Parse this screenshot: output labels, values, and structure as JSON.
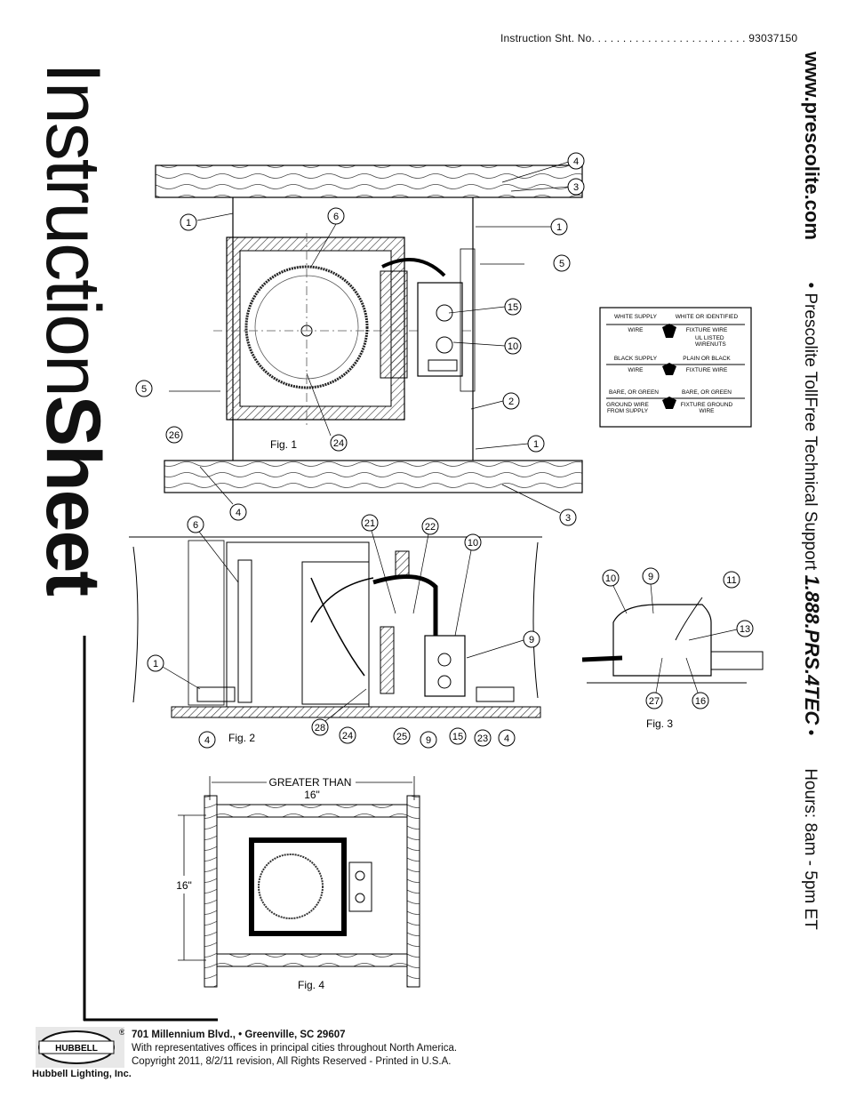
{
  "header": {
    "sheet_number_text": "Instruction Sht. No. . . . . . . . . . . . . . . . . . . . . . . . . 93037150"
  },
  "title": {
    "part1": "Instruction",
    "part2": "Sheet"
  },
  "side_strip": {
    "website": "www.prescolite.com",
    "bullet": "•",
    "support_text": "Prescolite TollFree Technical Support",
    "phone": "1.888.PRS.4TEC",
    "hours": "Hours: 8am - 5pm ET"
  },
  "figures": {
    "fig1": {
      "label": "Fig. 1",
      "callouts": [
        "1",
        "1",
        "1",
        "2",
        "3",
        "4",
        "5",
        "5",
        "6",
        "10",
        "15",
        "24",
        "26",
        "4",
        "3"
      ]
    },
    "fig2": {
      "label": "Fig. 2",
      "callouts": [
        "6",
        "21",
        "22",
        "10",
        "9",
        "1",
        "4",
        "28",
        "24",
        "25",
        "9",
        "15",
        "23",
        "4"
      ]
    },
    "fig3": {
      "label": "Fig. 3",
      "callouts": [
        "10",
        "9",
        "11",
        "13",
        "27",
        "16"
      ]
    },
    "fig4": {
      "label": "Fig. 4",
      "dim_width": "GREATER THAN",
      "dim_width2": "16\"",
      "dim_height": "16\""
    }
  },
  "wiring_legend": {
    "rows": [
      {
        "left": "WHITE SUPPLY",
        "right": "WHITE OR IDENTIFIED"
      },
      {
        "left": "WIRE",
        "right": "FIXTURE WIRE"
      },
      {
        "left": "",
        "right": "UL LISTED"
      },
      {
        "left": "",
        "right": "WIRENUTS"
      },
      {
        "left": "BLACK SUPPLY",
        "right": "PLAIN OR BLACK"
      },
      {
        "left": "WIRE",
        "right": "FIXTURE WIRE"
      },
      {
        "left": "BARE, OR GREEN",
        "right": "BARE, OR GREEN"
      },
      {
        "left": "GROUND WIRE",
        "right": "FIXTURE GROUND"
      },
      {
        "left": "FROM SUPPLY",
        "right": "WIRE"
      }
    ]
  },
  "footer": {
    "address": "701 Millennium Blvd., • Greenville, SC  29607",
    "line2": "With representatives offices in principal cities throughout North America.",
    "line3": "Copyright 2011, 8/2/11 revision, All Rights Reserved - Printed in U.S.A.",
    "logo_text": "HUBBELL",
    "company": "Hubbell Lighting, Inc.",
    "reg_mark": "®"
  }
}
